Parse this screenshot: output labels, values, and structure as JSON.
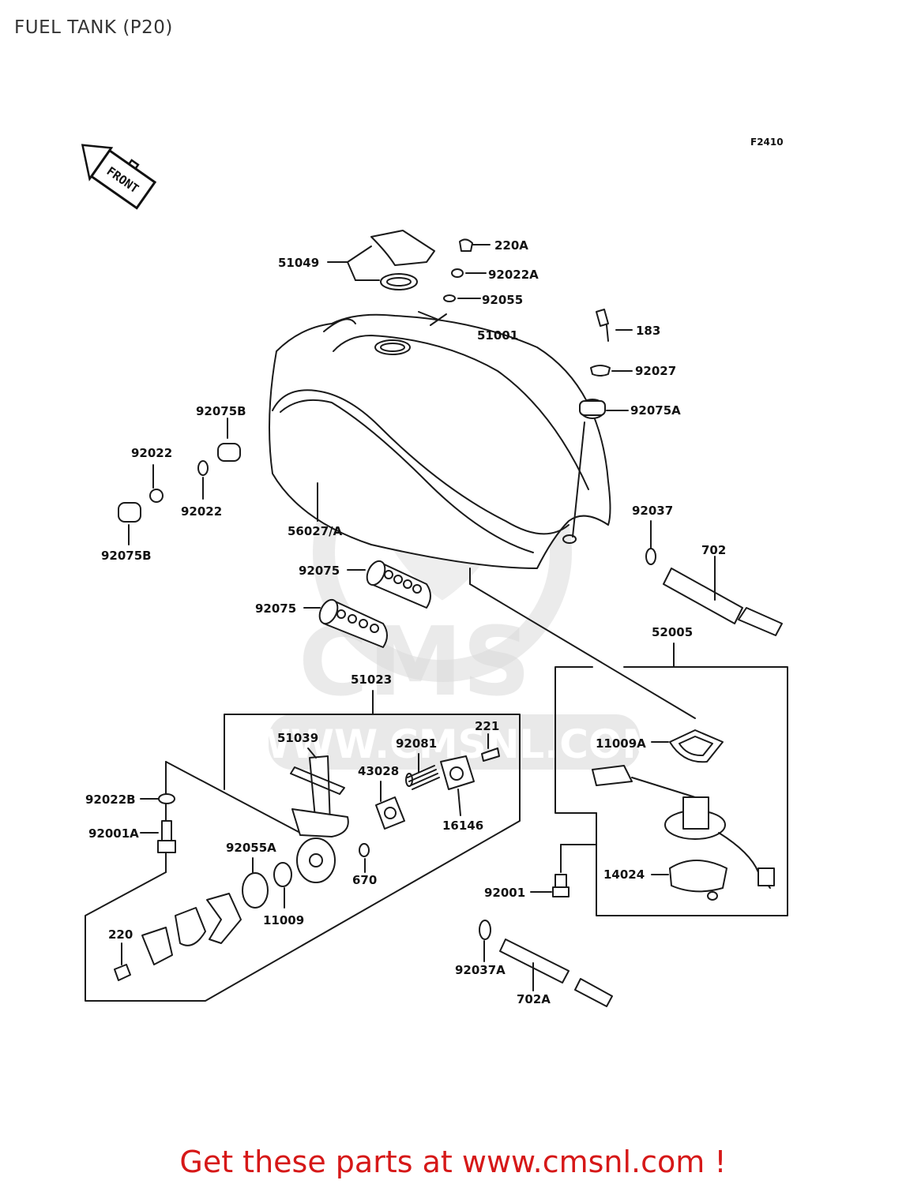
{
  "header": {
    "title": "FUEL TANK (P20)"
  },
  "diagram": {
    "code": "F2410",
    "front_label": "FRONT",
    "watermark": "CMS www.cmsnl.com",
    "parts": [
      "51049",
      "220A",
      "92022A",
      "92055",
      "51001",
      "183",
      "92027",
      "92075A",
      "92075B",
      "92022",
      "92022",
      "92075B",
      "56027/A",
      "92037",
      "702",
      "92075",
      "92075",
      "52005",
      "51023",
      "51039",
      "92081",
      "221",
      "11009A",
      "43028",
      "92022B",
      "16146",
      "92001A",
      "92055A",
      "670",
      "14024",
      "11009",
      "92001",
      "220",
      "92037A",
      "702A"
    ]
  },
  "footer": {
    "promo": "Get these parts at www.cmsnl.com !"
  },
  "colors": {
    "line": "#1a1a1a",
    "watermark": "#d9d9d9",
    "promo": "#d61818"
  }
}
